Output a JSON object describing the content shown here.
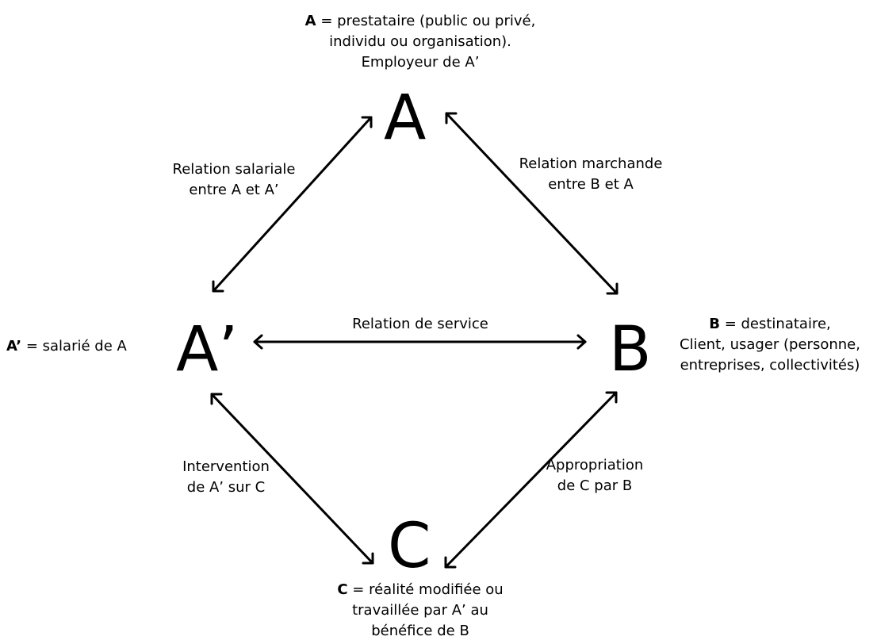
{
  "nodes": {
    "A": "A",
    "A_prime": "A’",
    "B": "B",
    "C": "C"
  },
  "descriptions": {
    "A": {
      "key": "A",
      "rest": " = prestataire (public ou privé,",
      "line2": "individu ou organisation).",
      "line3": "Employeur de A’"
    },
    "A_prime": {
      "key": "A’",
      "rest": " = salarié de A"
    },
    "B": {
      "key": "B",
      "rest": " = destinataire,",
      "line2": "Client, usager (personne,",
      "line3": "entreprises, collectivités)"
    },
    "C": {
      "key": "C",
      "rest": " = réalité modifiée ou",
      "line2": "travaillée par A’ au",
      "line3": "bénéfice de B"
    }
  },
  "relations": {
    "salariale": {
      "line1": "Relation salariale",
      "line2": "entre A et A’"
    },
    "marchande": {
      "line1": "Relation marchande",
      "line2": "entre B et A"
    },
    "service": {
      "line1": "Relation de service"
    },
    "intervention": {
      "line1": "Intervention",
      "line2": "de A’ sur C"
    },
    "appropriation": {
      "line1": "Appropriation",
      "line2": "de C par B"
    }
  }
}
